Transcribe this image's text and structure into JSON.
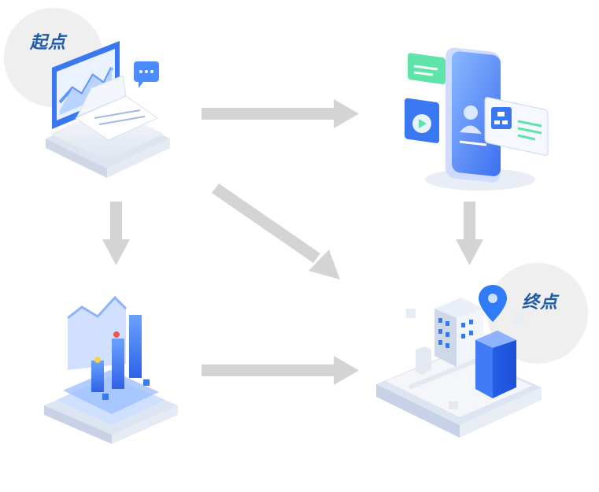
{
  "labels": {
    "start": "起点",
    "end": "终点"
  },
  "colors": {
    "label": "#1e5aa8",
    "arrow": "#d4d4d4",
    "accent_blue": "#3a78f2",
    "accent_green": "#5ee3a9",
    "bubble": "#efefef",
    "pin": "#2f7cf6"
  },
  "nodes": [
    {
      "id": "start",
      "icon": "laptop-document-icon"
    },
    {
      "id": "mobile",
      "icon": "mobile-profile-icon"
    },
    {
      "id": "analytics",
      "icon": "bar-chart-platform-icon"
    },
    {
      "id": "end",
      "icon": "city-location-icon"
    }
  ],
  "edges": [
    {
      "from": "start",
      "to": "mobile",
      "direction": "right"
    },
    {
      "from": "start",
      "to": "analytics",
      "direction": "down"
    },
    {
      "from": "start",
      "to": "end",
      "direction": "down-right"
    },
    {
      "from": "mobile",
      "to": "end",
      "direction": "down"
    },
    {
      "from": "analytics",
      "to": "end",
      "direction": "right"
    }
  ]
}
